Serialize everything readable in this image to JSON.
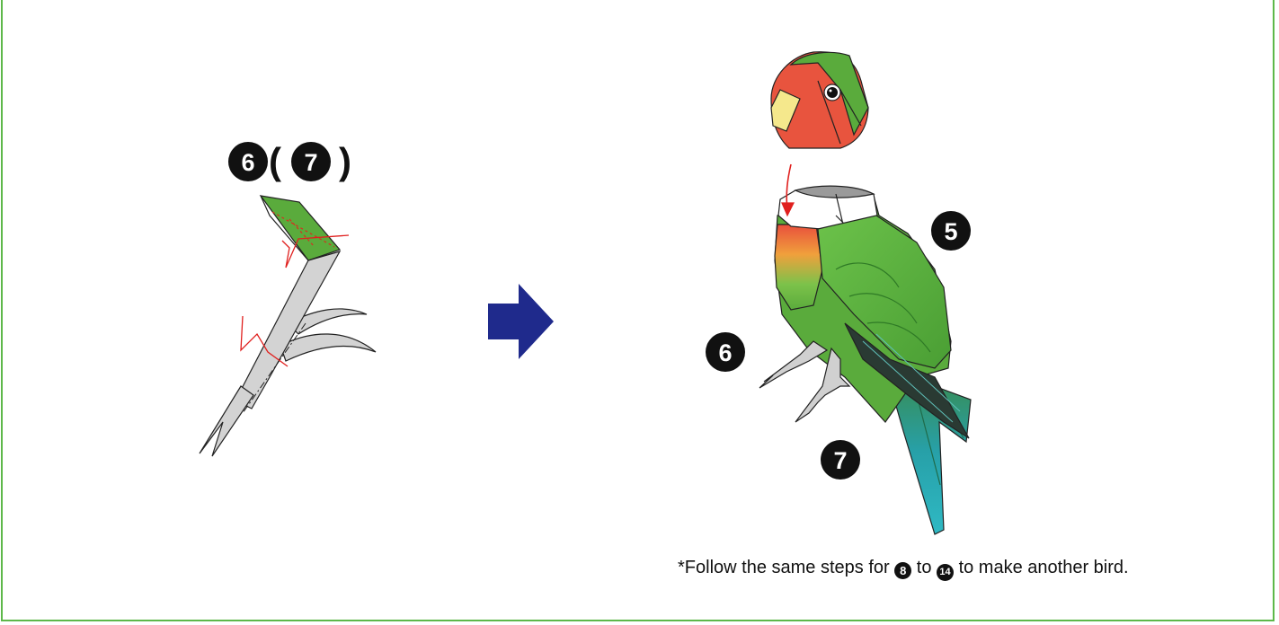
{
  "title_group": {
    "main_number": "6",
    "open_paren": "(",
    "alt_number": "7",
    "close_paren": ")"
  },
  "callouts": {
    "body_part": "5",
    "left_leg": "6",
    "right_leg": "7"
  },
  "note": {
    "prefix": "*Follow the same steps for ",
    "from_badge": "8",
    "middle": " to ",
    "to_badge": "14",
    "suffix": " to make another bird."
  },
  "colors": {
    "frame": "#5eb84a",
    "arrow": "#1f2a8c",
    "green": "#5aab3c",
    "leg_gray": "#d0d0d0",
    "guide_red": "#e0201e",
    "tail_teal": "#27a0a8",
    "face_red": "#e8543e",
    "beak": "#f5e88c"
  },
  "icons": [
    "right-arrow-icon",
    "eye-icon"
  ]
}
